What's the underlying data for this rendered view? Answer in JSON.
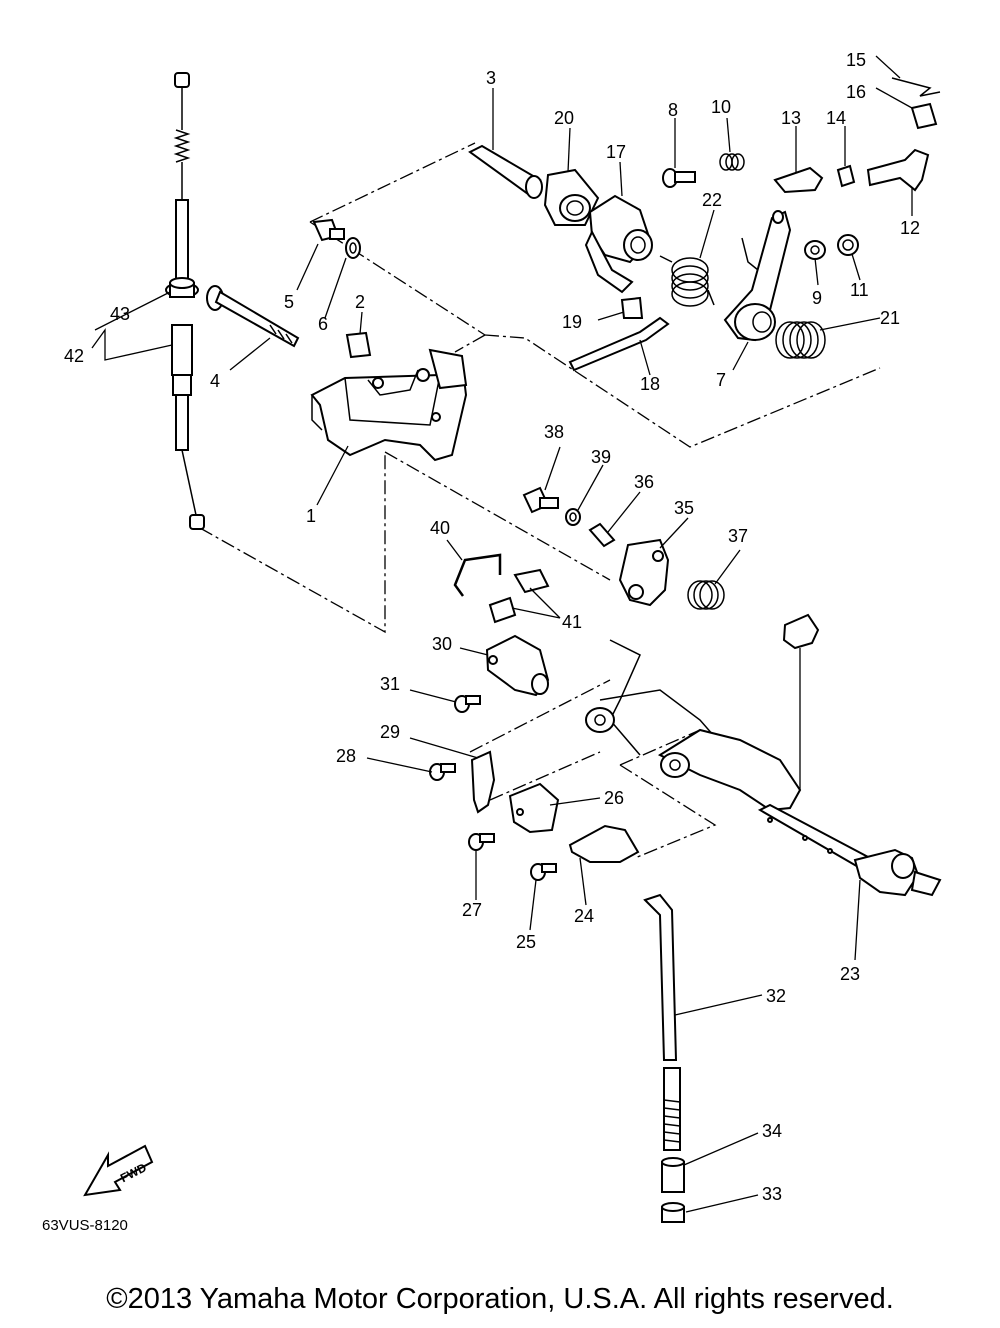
{
  "diagram": {
    "callouts": {
      "n1": "1",
      "n2": "2",
      "n3": "3",
      "n4": "4",
      "n5": "5",
      "n6": "6",
      "n7": "7",
      "n8": "8",
      "n9": "9",
      "n10": "10",
      "n11": "11",
      "n12": "12",
      "n13": "13",
      "n14": "14",
      "n15": "15",
      "n16": "16",
      "n17": "17",
      "n18": "18",
      "n19": "19",
      "n20": "20",
      "n21": "21",
      "n22": "22",
      "n23": "23",
      "n24": "24",
      "n25": "25",
      "n26": "26",
      "n27": "27",
      "n28": "28",
      "n29": "29",
      "n30": "30",
      "n31": "31",
      "n32": "32",
      "n33": "33",
      "n34": "34",
      "n35": "35",
      "n36": "36",
      "n37": "37",
      "n38": "38",
      "n39": "39",
      "n40": "40",
      "n41": "41",
      "n42": "42",
      "n43": "43"
    },
    "direction_label": "FWD",
    "diagram_code": "63VUS-8120"
  },
  "footer": {
    "copyright": "©2013 Yamaha Motor Corporation, U.S.A. All rights reserved."
  }
}
